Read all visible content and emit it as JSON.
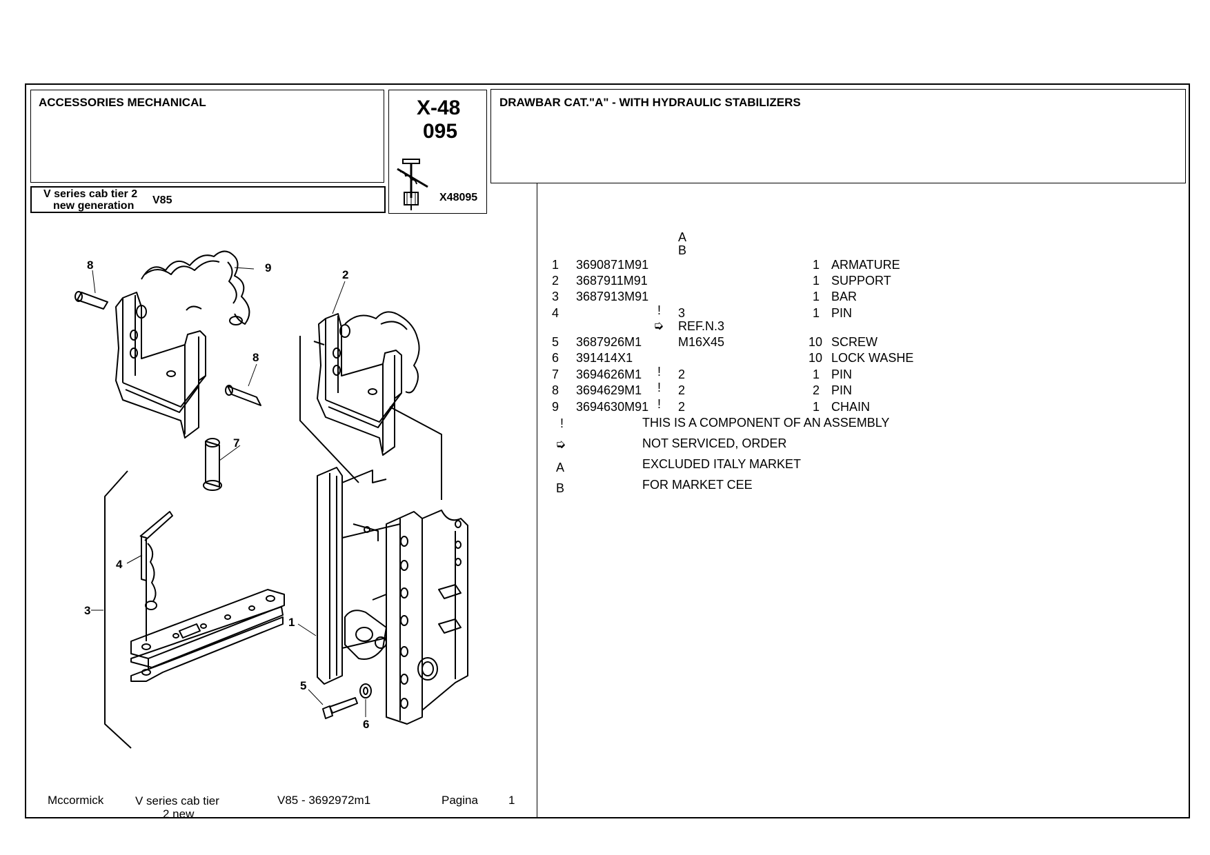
{
  "header": {
    "category": "ACCESSORIES MECHANICAL",
    "series_line1": "V series cab tier 2",
    "series_line2": "new generation",
    "model": "V85",
    "group_code": "X-48",
    "group_sub": "095",
    "thumb_code": "X48095",
    "title": "DRAWBAR  CAT.\"A\" - WITH HYDRAULIC STABILIZERS"
  },
  "table": {
    "col_a": "A",
    "col_b": "B",
    "rows": [
      {
        "ref": "1",
        "part": "3690871M91",
        "flag": "",
        "note": "",
        "qty": "1",
        "desc": "ARMATURE"
      },
      {
        "ref": "2",
        "part": "3687911M91",
        "flag": "",
        "note": "",
        "qty": "1",
        "desc": "SUPPORT"
      },
      {
        "ref": "3",
        "part": "3687913M91",
        "flag": "",
        "note": "",
        "qty": "1",
        "desc": "BAR"
      },
      {
        "ref": "4",
        "part": "",
        "flag": "!",
        "note": "3",
        "qty": "1",
        "desc": "PIN"
      },
      {
        "ref": "",
        "part": "",
        "flag": "➭",
        "note": "REF.N.3",
        "qty": "",
        "desc": ""
      },
      {
        "ref": "5",
        "part": "3687926M1",
        "flag": "",
        "note": "M16X45",
        "qty": "10",
        "desc": "SCREW"
      },
      {
        "ref": "6",
        "part": "391414X1",
        "flag": "",
        "note": "",
        "qty": "10",
        "desc": "LOCK WASHE"
      },
      {
        "ref": "7",
        "part": "3694626M1",
        "flag": "!",
        "note": "2",
        "qty": "1",
        "desc": "PIN"
      },
      {
        "ref": "8",
        "part": "3694629M1",
        "flag": "!",
        "note": "2",
        "qty": "2",
        "desc": "PIN"
      },
      {
        "ref": "9",
        "part": "3694630M91",
        "flag": "!",
        "note": "2",
        "qty": "1",
        "desc": "CHAIN"
      }
    ]
  },
  "legend": [
    {
      "symbol": "!",
      "text": "THIS IS A COMPONENT OF AN ASSEMBLY"
    },
    {
      "symbol": "➭",
      "text": "NOT SERVICED, ORDER"
    },
    {
      "symbol": "A",
      "text": "EXCLUDED ITALY MARKET"
    },
    {
      "symbol": "B",
      "text": "FOR MARKET CEE"
    }
  ],
  "diagram": {
    "callouts": [
      "1",
      "2",
      "3",
      "4",
      "5",
      "6",
      "7",
      "8",
      "8",
      "9"
    ]
  },
  "footer": {
    "brand": "Mccormick",
    "series_line1": "V series cab tier",
    "series_line2": "2 new",
    "model_code": "V85 - 3692972m1",
    "page_label": "Pagina",
    "page_number": "1"
  }
}
